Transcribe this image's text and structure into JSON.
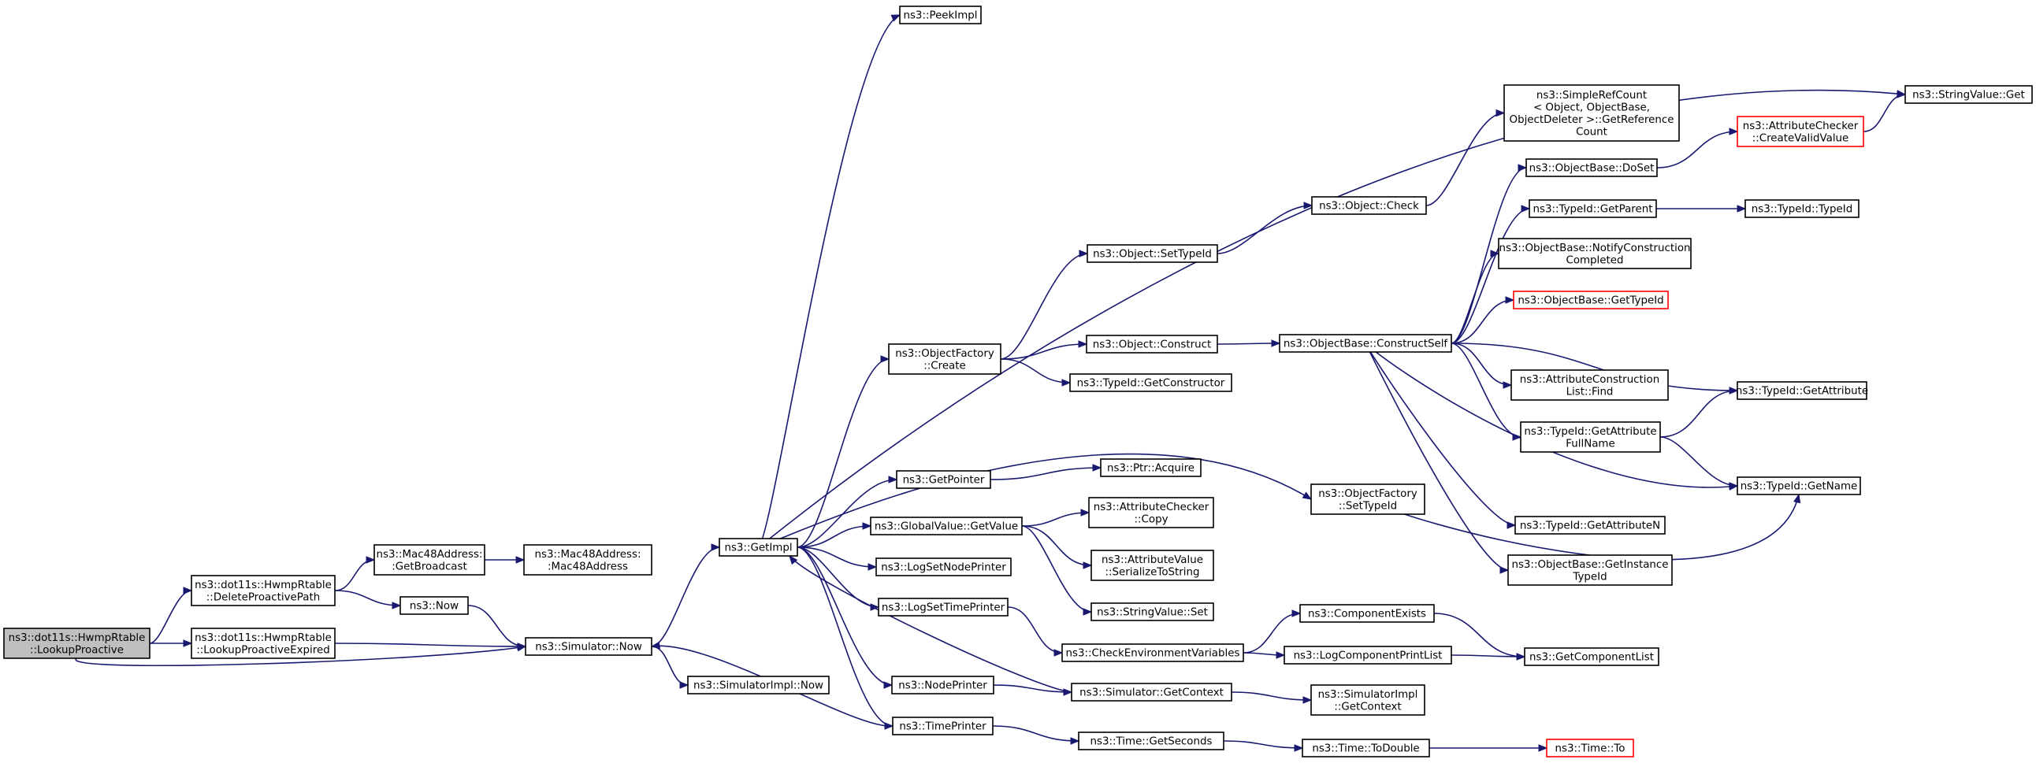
{
  "colors": {
    "edge": "#191970",
    "root_fill": "#bfbfbf",
    "truncated_border": "#ff0000"
  },
  "nodes": {
    "lookupProactive": {
      "lines": [
        "ns3::dot11s::HwmpRtable",
        "::LookupProactive"
      ],
      "root": true
    },
    "deleteProactivePath": {
      "lines": [
        "ns3::dot11s::HwmpRtable",
        "::DeleteProactivePath"
      ]
    },
    "lookupProactiveExpired": {
      "lines": [
        "ns3::dot11s::HwmpRtable",
        "::LookupProactiveExpired"
      ]
    },
    "getBroadcast": {
      "lines": [
        "ns3::Mac48Address:",
        ":GetBroadcast"
      ]
    },
    "mac48Address": {
      "lines": [
        "ns3::Mac48Address:",
        ":Mac48Address"
      ]
    },
    "now": {
      "lines": [
        "ns3::Now"
      ]
    },
    "simulatorNow": {
      "lines": [
        "ns3::Simulator::Now"
      ]
    },
    "simulatorImplNow": {
      "lines": [
        "ns3::SimulatorImpl::Now"
      ]
    },
    "getImpl": {
      "lines": [
        "ns3::GetImpl"
      ]
    },
    "peekImpl": {
      "lines": [
        "ns3::PeekImpl"
      ]
    },
    "objectFactoryCreate": {
      "lines": [
        "ns3::ObjectFactory",
        "::Create"
      ]
    },
    "getPointer": {
      "lines": [
        "ns3::GetPointer"
      ]
    },
    "globalValueGetValue": {
      "lines": [
        "ns3::GlobalValue::GetValue"
      ]
    },
    "logSetNodePrinter": {
      "lines": [
        "ns3::LogSetNodePrinter"
      ]
    },
    "logSetTimePrinter": {
      "lines": [
        "ns3::LogSetTimePrinter"
      ]
    },
    "nodePrinter": {
      "lines": [
        "ns3::NodePrinter"
      ]
    },
    "timePrinter": {
      "lines": [
        "ns3::TimePrinter"
      ]
    },
    "objectSetTypeId": {
      "lines": [
        "ns3::Object::SetTypeId"
      ]
    },
    "objectConstruct": {
      "lines": [
        "ns3::Object::Construct"
      ]
    },
    "typeIdGetConstructor": {
      "lines": [
        "ns3::TypeId::GetConstructor"
      ]
    },
    "ptrAcquire": {
      "lines": [
        "ns3::Ptr::Acquire"
      ]
    },
    "attributeCheckerCopy": {
      "lines": [
        "ns3::AttributeChecker",
        "::Copy"
      ]
    },
    "attributeValueSerialize": {
      "lines": [
        "ns3::AttributeValue",
        "::SerializeToString"
      ]
    },
    "stringValueSet": {
      "lines": [
        "ns3::StringValue::Set"
      ]
    },
    "checkEnvironmentVariables": {
      "lines": [
        "ns3::CheckEnvironmentVariables"
      ]
    },
    "simulatorGetContext": {
      "lines": [
        "ns3::Simulator::GetContext"
      ]
    },
    "timeGetSeconds": {
      "lines": [
        "ns3::Time::GetSeconds"
      ]
    },
    "objectCheck": {
      "lines": [
        "ns3::Object::Check"
      ]
    },
    "objectBaseConstructSelf": {
      "lines": [
        "ns3::ObjectBase::ConstructSelf"
      ]
    },
    "objectFactorySetTypeId": {
      "lines": [
        "ns3::ObjectFactory",
        "::SetTypeId"
      ]
    },
    "componentExists": {
      "lines": [
        "ns3::ComponentExists"
      ]
    },
    "logComponentPrintList": {
      "lines": [
        "ns3::LogComponentPrintList"
      ]
    },
    "simulatorImplGetContext": {
      "lines": [
        "ns3::SimulatorImpl",
        "::GetContext"
      ]
    },
    "timeToDouble": {
      "lines": [
        "ns3::Time::ToDouble"
      ]
    },
    "simpleRefCount": {
      "lines": [
        "ns3::SimpleRefCount",
        "< Object, ObjectBase,",
        "ObjectDeleter >::GetReference",
        "Count"
      ]
    },
    "objectBaseDoSet": {
      "lines": [
        "ns3::ObjectBase::DoSet"
      ]
    },
    "typeIdGetParent": {
      "lines": [
        "ns3::TypeId::GetParent"
      ]
    },
    "objectBaseNotify": {
      "lines": [
        "ns3::ObjectBase::NotifyConstruction",
        "Completed"
      ]
    },
    "objectBaseGetTypeId": {
      "lines": [
        "ns3::ObjectBase::GetTypeId"
      ],
      "truncated": true
    },
    "attributeConstructionListFind": {
      "lines": [
        "ns3::AttributeConstruction",
        "List::Find"
      ]
    },
    "typeIdGetAttributeFullName": {
      "lines": [
        "ns3::TypeId::GetAttribute",
        "FullName"
      ]
    },
    "typeIdGetAttributeN": {
      "lines": [
        "ns3::TypeId::GetAttributeN"
      ]
    },
    "objectBaseGetInstanceTypeId": {
      "lines": [
        "ns3::ObjectBase::GetInstance",
        "TypeId"
      ]
    },
    "getComponentList": {
      "lines": [
        "ns3::GetComponentList"
      ]
    },
    "timeTo": {
      "lines": [
        "ns3::Time::To"
      ],
      "truncated": true
    },
    "attributeCheckerCreateValidValue": {
      "lines": [
        "ns3::AttributeChecker",
        "::CreateValidValue"
      ],
      "truncated": true
    },
    "typeIdTypeId": {
      "lines": [
        "ns3::TypeId::TypeId"
      ]
    },
    "typeIdGetAttribute": {
      "lines": [
        "ns3::TypeId::GetAttribute"
      ]
    },
    "typeIdGetName": {
      "lines": [
        "ns3::TypeId::GetName"
      ]
    },
    "stringValueGet": {
      "lines": [
        "ns3::StringValue::Get"
      ]
    }
  },
  "edges": [
    [
      "lookupProactive",
      "deleteProactivePath"
    ],
    [
      "lookupProactive",
      "lookupProactiveExpired"
    ],
    [
      "lookupProactive",
      "simulatorNow"
    ],
    [
      "deleteProactivePath",
      "getBroadcast"
    ],
    [
      "deleteProactivePath",
      "now"
    ],
    [
      "getBroadcast",
      "mac48Address"
    ],
    [
      "now",
      "simulatorNow"
    ],
    [
      "lookupProactiveExpired",
      "simulatorNow"
    ],
    [
      "simulatorNow",
      "getImpl"
    ],
    [
      "simulatorNow",
      "simulatorImplNow"
    ],
    [
      "getImpl",
      "peekImpl"
    ],
    [
      "getImpl",
      "stringValueGet"
    ],
    [
      "getImpl",
      "objectFactoryCreate"
    ],
    [
      "getImpl",
      "objectFactorySetTypeId"
    ],
    [
      "getImpl",
      "getPointer"
    ],
    [
      "getImpl",
      "globalValueGetValue"
    ],
    [
      "getImpl",
      "logSetNodePrinter"
    ],
    [
      "getImpl",
      "logSetTimePrinter"
    ],
    [
      "getImpl",
      "nodePrinter"
    ],
    [
      "getImpl",
      "timePrinter"
    ],
    [
      "objectFactoryCreate",
      "objectSetTypeId"
    ],
    [
      "objectFactoryCreate",
      "objectConstruct"
    ],
    [
      "objectFactoryCreate",
      "typeIdGetConstructor"
    ],
    [
      "objectSetTypeId",
      "objectCheck"
    ],
    [
      "objectCheck",
      "simpleRefCount"
    ],
    [
      "objectConstruct",
      "objectBaseConstructSelf"
    ],
    [
      "objectBaseConstructSelf",
      "objectBaseDoSet"
    ],
    [
      "objectBaseConstructSelf",
      "typeIdGetParent"
    ],
    [
      "objectBaseConstructSelf",
      "objectBaseNotify"
    ],
    [
      "objectBaseConstructSelf",
      "objectBaseGetTypeId"
    ],
    [
      "objectBaseConstructSelf",
      "attributeConstructionListFind"
    ],
    [
      "objectBaseConstructSelf",
      "typeIdGetAttribute"
    ],
    [
      "objectBaseConstructSelf",
      "typeIdGetAttributeFullName"
    ],
    [
      "objectBaseConstructSelf",
      "typeIdGetName"
    ],
    [
      "objectBaseConstructSelf",
      "typeIdGetAttributeN"
    ],
    [
      "objectBaseConstructSelf",
      "objectBaseGetInstanceTypeId"
    ],
    [
      "objectBaseDoSet",
      "attributeCheckerCreateValidValue"
    ],
    [
      "attributeCheckerCreateValidValue",
      "stringValueGet"
    ],
    [
      "typeIdGetParent",
      "typeIdTypeId"
    ],
    [
      "typeIdGetAttributeFullName",
      "typeIdGetAttribute"
    ],
    [
      "typeIdGetAttributeFullName",
      "typeIdGetName"
    ],
    [
      "objectFactorySetTypeId",
      "typeIdGetName"
    ],
    [
      "getPointer",
      "ptrAcquire"
    ],
    [
      "globalValueGetValue",
      "attributeCheckerCopy"
    ],
    [
      "globalValueGetValue",
      "attributeValueSerialize"
    ],
    [
      "globalValueGetValue",
      "stringValueSet"
    ],
    [
      "logSetTimePrinter",
      "checkEnvironmentVariables"
    ],
    [
      "checkEnvironmentVariables",
      "componentExists"
    ],
    [
      "checkEnvironmentVariables",
      "logComponentPrintList"
    ],
    [
      "componentExists",
      "getComponentList"
    ],
    [
      "logComponentPrintList",
      "getComponentList"
    ],
    [
      "nodePrinter",
      "simulatorGetContext"
    ],
    [
      "simulatorGetContext",
      "getImpl"
    ],
    [
      "simulatorGetContext",
      "simulatorImplGetContext"
    ],
    [
      "timePrinter",
      "simulatorNow"
    ],
    [
      "timePrinter",
      "timeGetSeconds"
    ],
    [
      "timeGetSeconds",
      "timeToDouble"
    ],
    [
      "timeToDouble",
      "timeTo"
    ]
  ]
}
